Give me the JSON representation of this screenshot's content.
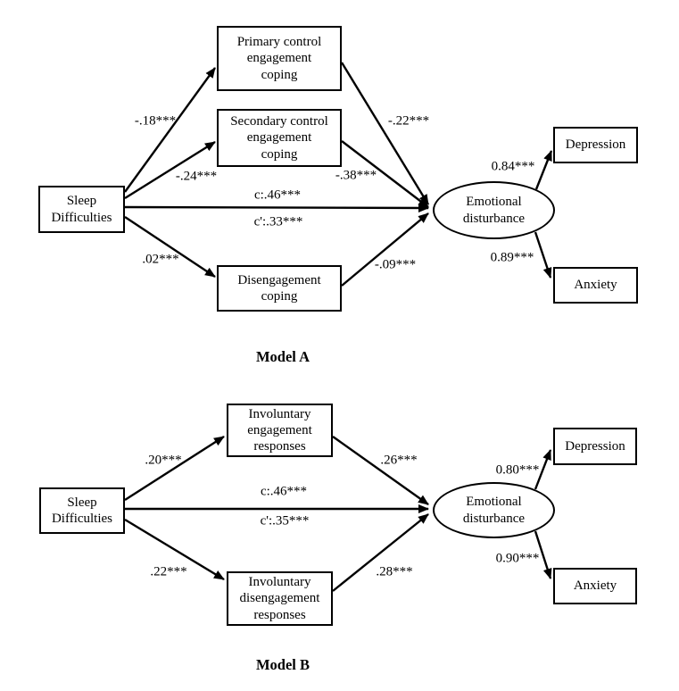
{
  "figure": {
    "type": "path-diagram",
    "colors": {
      "line": "#000000",
      "background": "#ffffff",
      "text": "#000000"
    }
  },
  "models": [
    {
      "id": "A",
      "caption": "Model A",
      "nodes": {
        "predictor": {
          "label": "Sleep\nDifficulties",
          "shape": "rect"
        },
        "mediators": [
          {
            "label": "Primary control\nengagement\ncoping",
            "shape": "rect"
          },
          {
            "label": "Secondary control\nengagement\ncoping",
            "shape": "rect"
          },
          {
            "label": "Disengagement\ncoping",
            "shape": "rect"
          }
        ],
        "latent": {
          "label": "Emotional\ndisturbance",
          "shape": "ellipse"
        },
        "outcomes": [
          {
            "label": "Depression",
            "shape": "rect"
          },
          {
            "label": "Anxiety",
            "shape": "rect"
          }
        ]
      },
      "paths": {
        "a1": "-.18***",
        "a2": "-.24***",
        "a3": ".02***",
        "b1": "-.22***",
        "b2": "-.38***",
        "b3": "-.09***",
        "c": "c:.46***",
        "c_prime": "c':.33***",
        "loading_depression": "0.84***",
        "loading_anxiety": "0.89***"
      }
    },
    {
      "id": "B",
      "caption": "Model B",
      "nodes": {
        "predictor": {
          "label": "Sleep\nDifficulties",
          "shape": "rect"
        },
        "mediators": [
          {
            "label": "Involuntary\nengagement\nresponses",
            "shape": "rect"
          },
          {
            "label": "Involuntary\ndisengagement\nresponses",
            "shape": "rect"
          }
        ],
        "latent": {
          "label": "Emotional\ndisturbance",
          "shape": "ellipse"
        },
        "outcomes": [
          {
            "label": "Depression",
            "shape": "rect"
          },
          {
            "label": "Anxiety",
            "shape": "rect"
          }
        ]
      },
      "paths": {
        "a1": ".20***",
        "a2": ".22***",
        "b1": ".26***",
        "b2": ".28***",
        "c": "c:.46***",
        "c_prime": "c':.35***",
        "loading_depression": "0.80***",
        "loading_anxiety": "0.90***"
      }
    }
  ]
}
